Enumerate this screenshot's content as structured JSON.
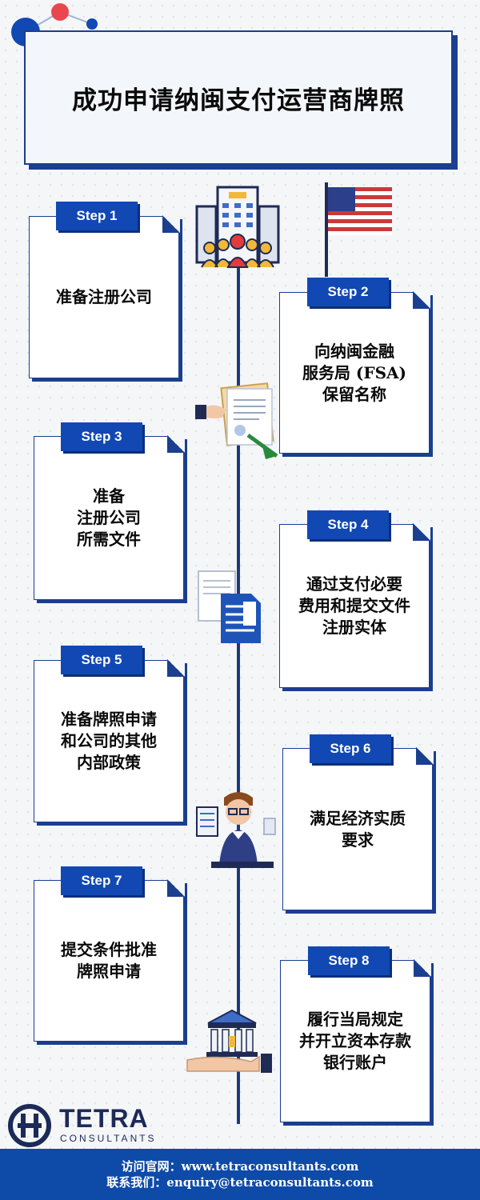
{
  "title": "成功申请纳闽支付运营商牌照",
  "steps": [
    {
      "tab": "Step 1",
      "text": "准备注册公司"
    },
    {
      "tab": "Step 2",
      "text": "向纳闽金融\n服务局 (FSA)\n保留名称"
    },
    {
      "tab": "Step 3",
      "text": "准备\n注册公司\n所需文件"
    },
    {
      "tab": "Step 4",
      "text": "通过支付必要\n费用和提交文件\n注册实体"
    },
    {
      "tab": "Step 5",
      "text": "准备牌照申请\n和公司的其他\n内部政策"
    },
    {
      "tab": "Step 6",
      "text": "满足经济实质\n要求"
    },
    {
      "tab": "Step 7",
      "text": "提交条件批准\n牌照申请"
    },
    {
      "tab": "Step 8",
      "text": "履行当局规定\n并开立资本存款\n银行账户"
    }
  ],
  "logo": {
    "name": "TETRA",
    "sub": "CONSULTANTS"
  },
  "footer": {
    "website": "访问官网：www.tetraconsultants.com",
    "contact": "联系我们：enquiry@tetraconsultants.com"
  },
  "icons": [
    "building-people-icon",
    "us-flag-icon",
    "contract-signing-icon",
    "documents-icon",
    "businessman-desk-icon",
    "bank-hand-icon",
    "tetra-logo-icon"
  ],
  "colors": {
    "accent": "#1148b3",
    "border": "#1a3f8f",
    "footer": "#0e4aa8",
    "timeline": "#1f3a78"
  }
}
